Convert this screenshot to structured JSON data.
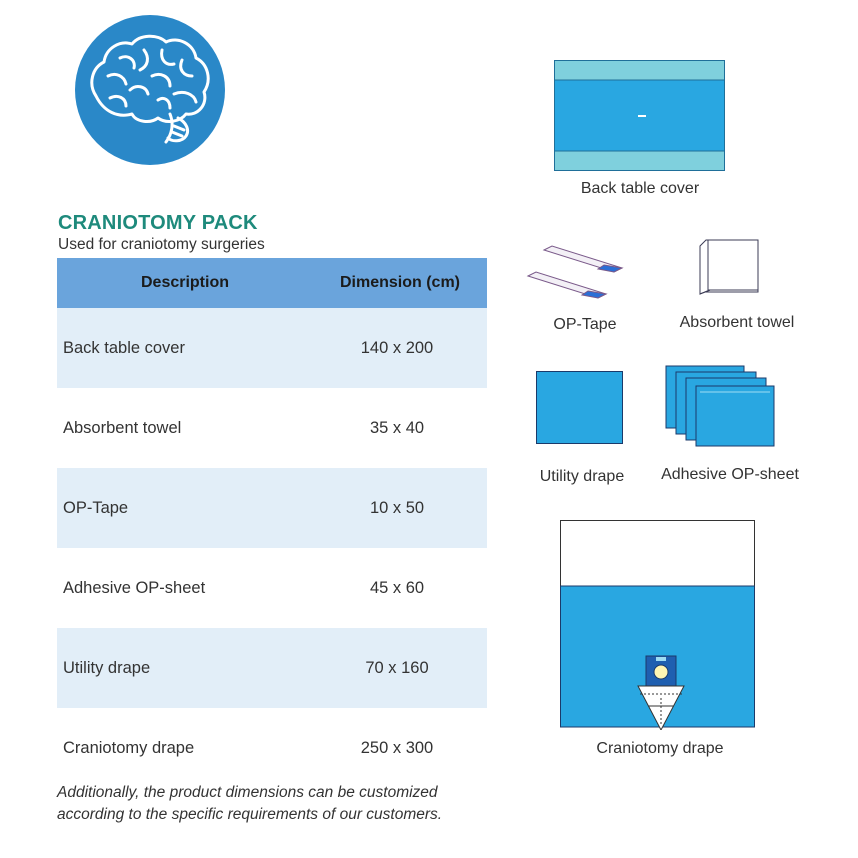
{
  "header": {
    "title": "CRANIOTOMY PACK",
    "subtitle": "Used for craniotomy surgeries",
    "icon": "brain-icon"
  },
  "table": {
    "columns": [
      "Description",
      "Dimension (cm)"
    ],
    "rows": [
      {
        "description": "Back table cover",
        "dimension": "140 x 200"
      },
      {
        "description": "Absorbent towel",
        "dimension": "35 x 40"
      },
      {
        "description": "OP-Tape",
        "dimension": "10 x 50"
      },
      {
        "description": "Adhesive OP-sheet",
        "dimension": "45 x 60"
      },
      {
        "description": "Utility drape",
        "dimension": "70 x 160"
      },
      {
        "description": "Craniotomy drape",
        "dimension": "250 x 300"
      }
    ]
  },
  "footnote": "Additionally, the product dimensions can be customized according to the specific requirements of our customers.",
  "illustrations": {
    "back_table_cover": "Back table cover",
    "op_tape": "OP-Tape",
    "absorbent_towel": "Absorbent towel",
    "utility_drape": "Utility drape",
    "adhesive_op_sheet": "Adhesive OP-sheet",
    "craniotomy_drape": "Craniotomy drape"
  },
  "colors": {
    "brand_teal": "#1e8a7c",
    "header_blue": "#6aa4dc",
    "row_shade": "#e2eef8",
    "drape_blue": "#29a7e1",
    "drape_light": "#7fd0dd",
    "badge_blue": "#2a88c8"
  }
}
